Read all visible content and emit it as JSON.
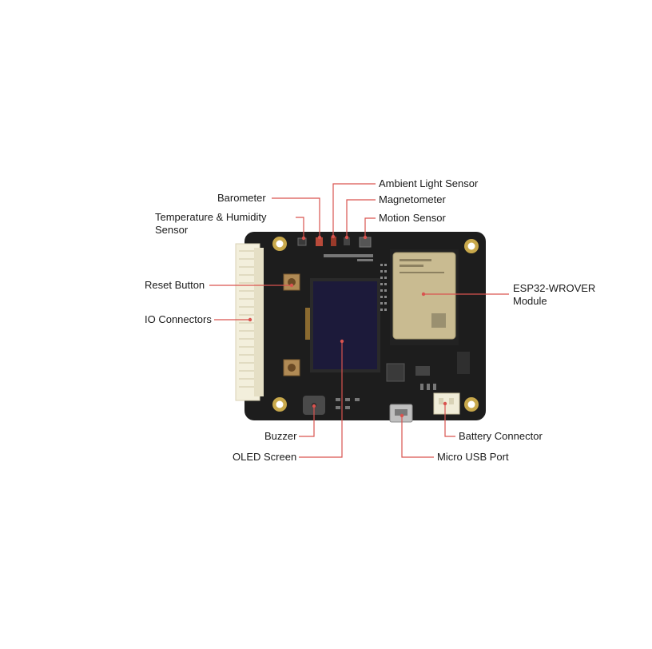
{
  "colors": {
    "leader_line": "#d9534f",
    "board": "#1d1d1d",
    "screen": "#1c1a3a",
    "module": "#c9bb91",
    "connector": "#f3efdc",
    "gold": "#c8a84b"
  },
  "labels": {
    "ambient_light_sensor": "Ambient Light Sensor",
    "barometer": "Barometer",
    "magnetometer": "Magnetometer",
    "temperature_humidity_line1": "Temperature & Humidity",
    "temperature_humidity_line2": "Sensor",
    "motion_sensor": "Motion Sensor",
    "reset_button": "Reset Button",
    "esp32_line1": "ESP32-WROVER",
    "esp32_line2": "Module",
    "io_connectors": "IO Connectors",
    "buzzer": "Buzzer",
    "battery_connector": "Battery Connector",
    "oled_screen": "OLED Screen",
    "micro_usb_port": "Micro USB Port"
  }
}
